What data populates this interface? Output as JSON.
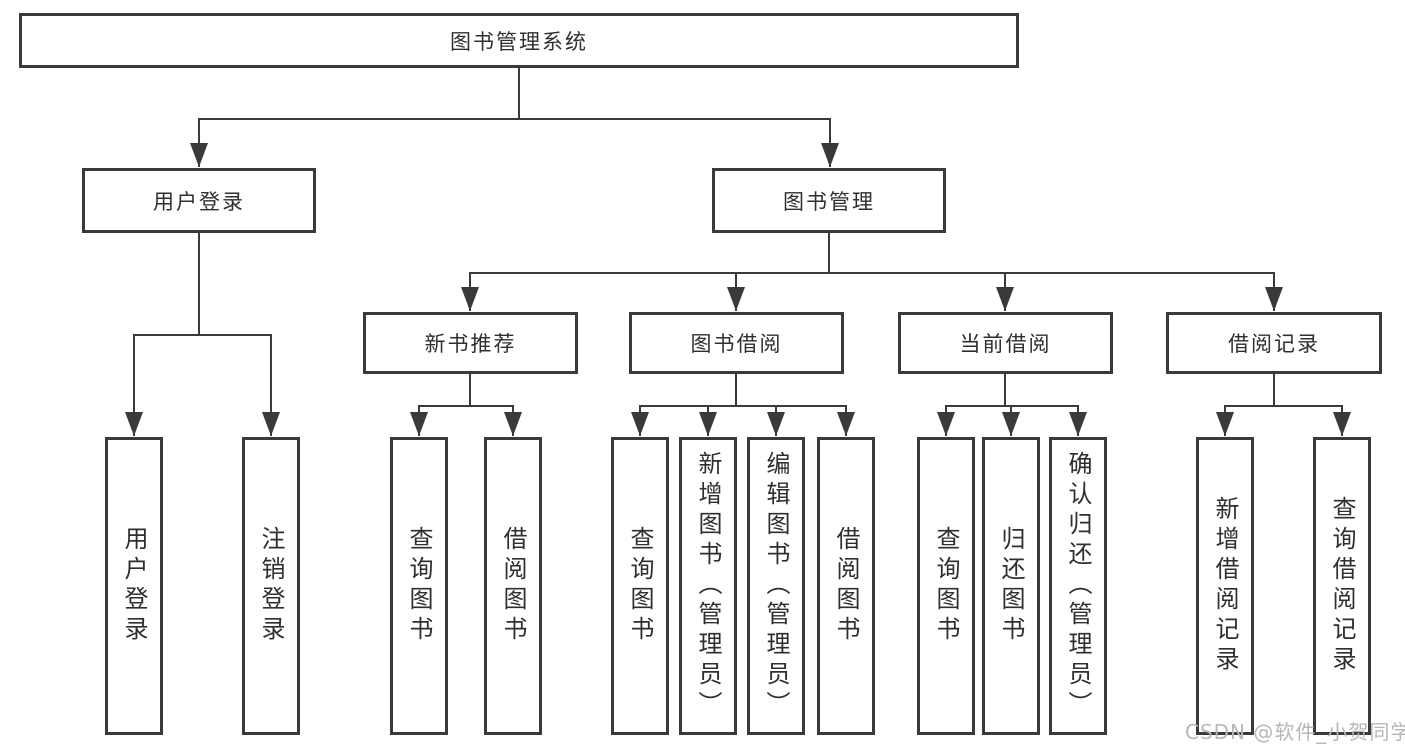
{
  "nodes": {
    "root": "图书管理系统",
    "user_login": "用户登录",
    "book_mgmt": "图书管理",
    "new_book_rec": "新书推荐",
    "book_borrow": "图书借阅",
    "current_borrow": "当前借阅",
    "borrow_records": "借阅记录",
    "ul_login": "用户登录",
    "ul_logout": "注销登录",
    "nbr_query": "查询图书",
    "nbr_borrow": "借阅图书",
    "bb_query": "查询图书",
    "bb_add": "新增图书（管理员）",
    "bb_edit": "编辑图书（管理员）",
    "bb_borrow": "借阅图书",
    "cb_query": "查询图书",
    "cb_return": "归还图书",
    "cb_confirm": "确认归还（管理员）",
    "br_add": "新增借阅记录",
    "br_query": "查询借阅记录"
  },
  "watermark": "CSDN @软件_小贺同学",
  "colors": {
    "line": "#3a3a3a",
    "box_border": "#3a3a3a",
    "text": "#2f2f2f",
    "watermark": "#b7b7b7",
    "background": "#ffffff"
  }
}
